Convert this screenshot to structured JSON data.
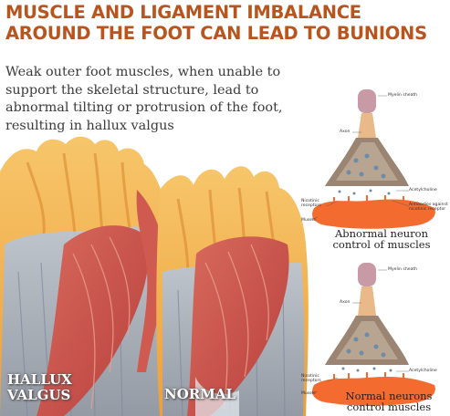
{
  "header": {
    "title_line1": "MUSCLE AND LIGAMENT IMBALANCE",
    "title_line2": "AROUND THE FOOT CAN LEAD TO BUNIONS"
  },
  "description": {
    "line1": "Weak outer foot muscles, when unable to",
    "line2": "support the skeletal structure, lead to",
    "line3": "abnormal tilting or protrusion of the foot,",
    "line4": "resulting in hallux valgus"
  },
  "feet": {
    "left_label_line1": "HALLUX",
    "left_label_line2": "VALGUS",
    "right_label": "NORMAL"
  },
  "neuron_abnormal": {
    "myelin": "Myelin sheath",
    "axon": "Axon",
    "acetylcholine": "Acetylcholine",
    "nicotinic_line1": "Nicotinic",
    "nicotinic_line2": "receptors",
    "antibodies_line1": "Antibodies against",
    "antibodies_line2": "nicotinic receptor",
    "muscle": "Muscle",
    "caption_line1": "Abnormal neuron",
    "caption_line2": "control of muscles"
  },
  "neuron_normal": {
    "myelin": "Myelin sheath",
    "axon": "Axon",
    "acetylcholine": "Acetylcholine",
    "nicotinic_line1": "Nicotinic",
    "nicotinic_line2": "receptors",
    "muscle": "Muscle",
    "caption_line1": "Normal neurons",
    "caption_line2": "control muscles"
  },
  "colors": {
    "title": "#b8551f",
    "bone": "#f2b752",
    "muscle": "#c9544e",
    "tendon": "#a9b8cc",
    "axon": "#e9b98a",
    "terminal": "#9b8572",
    "muscle_cell": "#f36b2e"
  }
}
